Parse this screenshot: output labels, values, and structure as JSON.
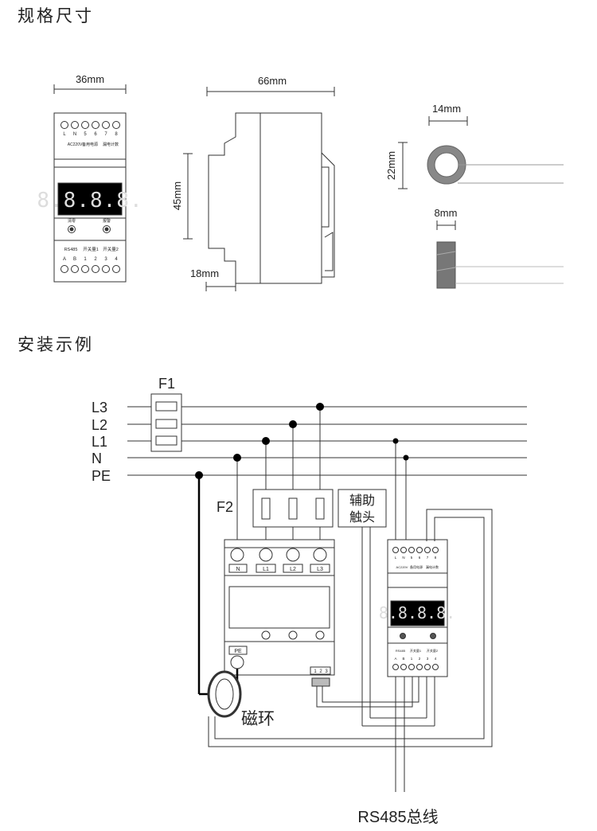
{
  "sections": {
    "dimensions_title": "规格尺寸",
    "install_title": "安装示例"
  },
  "dimensions": {
    "width_36": "36mm",
    "width_66": "66mm",
    "height_45": "45mm",
    "depth_18": "18mm",
    "ring_14": "14mm",
    "ring_22": "22mm",
    "ring_8": "8mm"
  },
  "front_panel": {
    "terminals_top": [
      "L",
      "N",
      "5",
      "6",
      "7",
      "8"
    ],
    "group_top": [
      "AC220V",
      "备用电源",
      "漏电计数"
    ],
    "display_digits": "8.8.8.8.",
    "button_left": "清零",
    "button_right": "报警",
    "group_bottom": [
      "RS485",
      "开关量1",
      "开关量2"
    ],
    "terminals_bottom": [
      "A",
      "B",
      "1",
      "2",
      "3",
      "4"
    ]
  },
  "wiring": {
    "lines": [
      "L3",
      "L2",
      "L1",
      "N",
      "PE"
    ],
    "fuse_f1": "F1",
    "fuse_f2": "F2",
    "aux_contact": "辅助\n触头",
    "aux_line1": "辅助",
    "aux_line2": "触头",
    "spd_labels": [
      "N",
      "L1",
      "L2",
      "L3"
    ],
    "pe_label": "PE",
    "terminal_numbers": [
      "1",
      "2",
      "3"
    ],
    "ring_label": "磁环",
    "bus_label": "RS485总线"
  }
}
